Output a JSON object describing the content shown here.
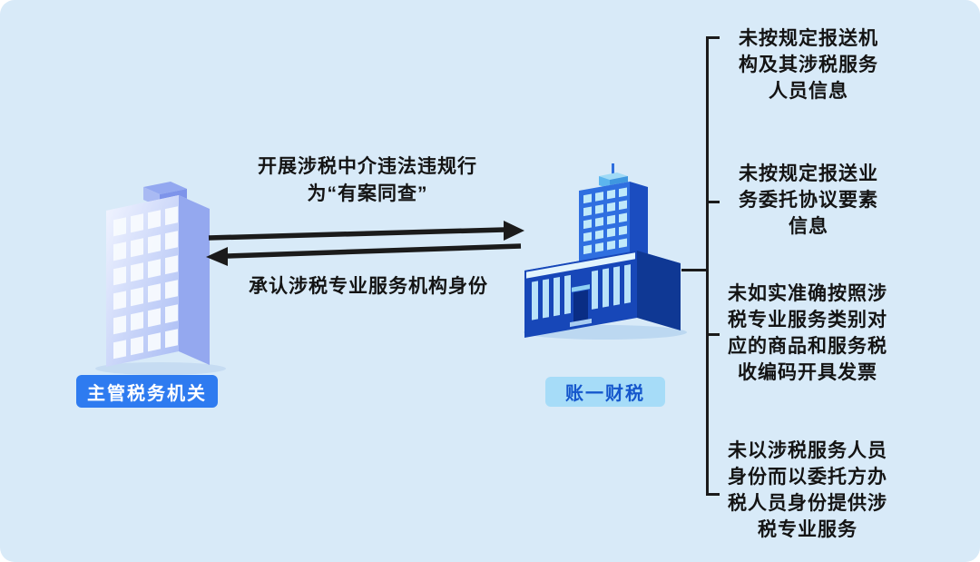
{
  "colors": {
    "background": "#d8eaf8",
    "arrow": "#1b1b1b",
    "bracket": "#1b1b1b",
    "left_badge_bg": "#2e7bf0",
    "left_badge_text": "#ffffff",
    "right_badge_bg": "#a6dcf8",
    "right_badge_text": "#1557cc",
    "left_building_main": "#aebff4",
    "right_building_main": "#2f6fe0"
  },
  "left_entity": {
    "label": "主管税务机关"
  },
  "right_entity": {
    "label": "账一财税"
  },
  "relations": {
    "top_line1": "开展涉税中介违法违规行",
    "top_line2": "为“有案同查”",
    "bottom": "承认涉税专业服务机构身份"
  },
  "violations": [
    {
      "lines": [
        "未按规定报送机",
        "构及其涉税服务",
        "人员信息"
      ]
    },
    {
      "lines": [
        "未按规定报送业",
        "务委托协议要素",
        "信息"
      ]
    },
    {
      "lines": [
        "未如实准确按照涉",
        "税专业服务类别对",
        "应的商品和服务税",
        "收编码开具发票"
      ]
    },
    {
      "lines": [
        "未以涉税服务人员",
        "身份而以委托方办",
        "税人员身份提供涉",
        "税专业服务"
      ]
    }
  ]
}
